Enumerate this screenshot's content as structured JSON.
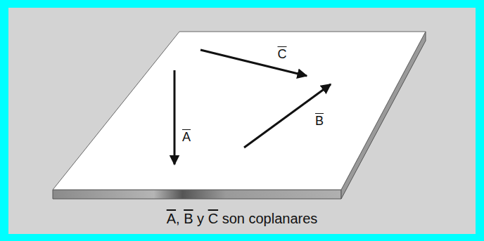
{
  "diagram": {
    "caption": "A, B y C son coplanares",
    "labels": [
      "C",
      "A",
      "B"
    ]
  }
}
